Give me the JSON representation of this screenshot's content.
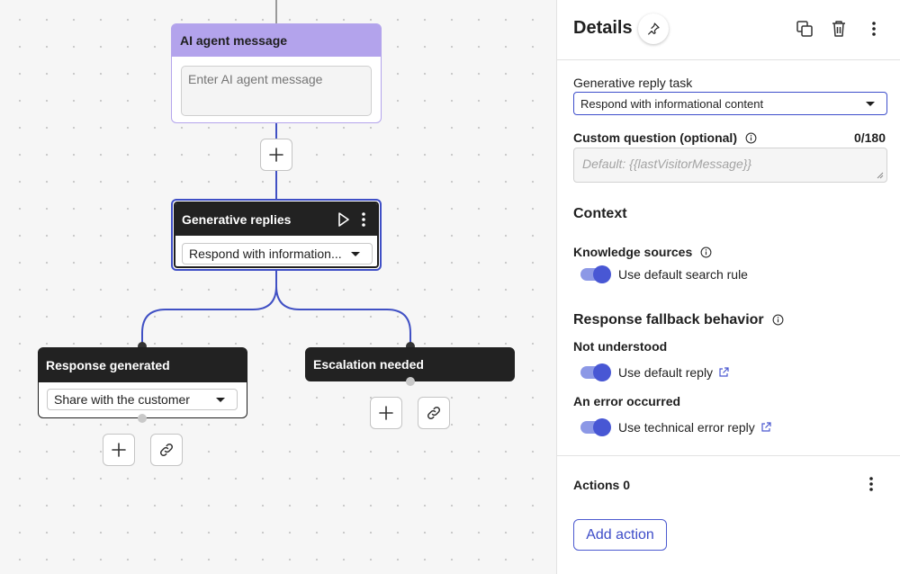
{
  "canvas": {
    "ai_node": {
      "title": "AI agent message",
      "placeholder": "Enter AI agent message"
    },
    "generative_node": {
      "title": "Generative replies",
      "selected_task": "Respond with information..."
    },
    "response_node": {
      "title": "Response generated",
      "selected_action": "Share with the customer"
    },
    "escalation_node": {
      "title": "Escalation needed"
    }
  },
  "panel": {
    "title": "Details",
    "generative_task_label": "Generative reply task",
    "generative_task_value": "Respond with informational content",
    "custom_question_label": "Custom question (optional)",
    "custom_question_counter": "0/180",
    "custom_question_placeholder": "Default: {{lastVisitorMessage}}",
    "context_title": "Context",
    "knowledge_sources_label": "Knowledge sources",
    "default_search_rule": "Use default search rule",
    "fallback_title": "Response fallback behavior",
    "not_understood_label": "Not understood",
    "default_reply": "Use default reply",
    "error_label": "An error occurred",
    "technical_error_reply": "Use technical error reply",
    "actions_label": "Actions 0",
    "add_action_label": "Add action"
  },
  "colors": {
    "accent": "#3f4fc6",
    "ai_node_header": "#b3a3ec",
    "dark_node": "#222222",
    "toggle_on": "#4857d4"
  },
  "icons": [
    "pin-icon",
    "duplicate-icon",
    "trash-icon",
    "kebab-icon",
    "play-icon",
    "plus-icon",
    "link-icon",
    "info-icon",
    "external-link-icon"
  ]
}
